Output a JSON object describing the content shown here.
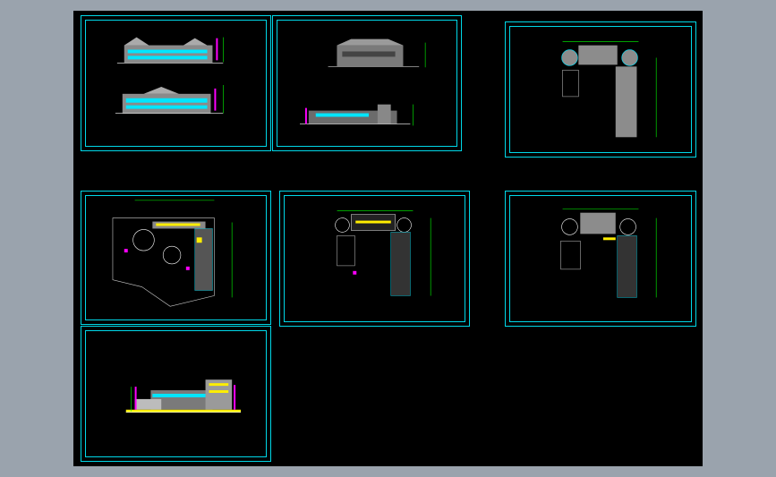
{
  "viewer": {
    "background": "#9aa3ad",
    "canvas_color": "#000000",
    "frame_color": "#00d8e8"
  },
  "sheets": [
    {
      "id": "sheet-1",
      "kind": "elevations",
      "captions": [
        "",
        ""
      ]
    },
    {
      "id": "sheet-2",
      "kind": "elevations",
      "captions": [
        "",
        ""
      ]
    },
    {
      "id": "sheet-3",
      "kind": "roof-plan",
      "captions": [
        ""
      ]
    },
    {
      "id": "sheet-4",
      "kind": "site-plan",
      "captions": [
        ""
      ]
    },
    {
      "id": "sheet-5",
      "kind": "floor-plan",
      "captions": [
        ""
      ]
    },
    {
      "id": "sheet-6",
      "kind": "floor-plan",
      "captions": [
        ""
      ]
    },
    {
      "id": "sheet-7",
      "kind": "elevation",
      "captions": [
        ""
      ]
    }
  ]
}
